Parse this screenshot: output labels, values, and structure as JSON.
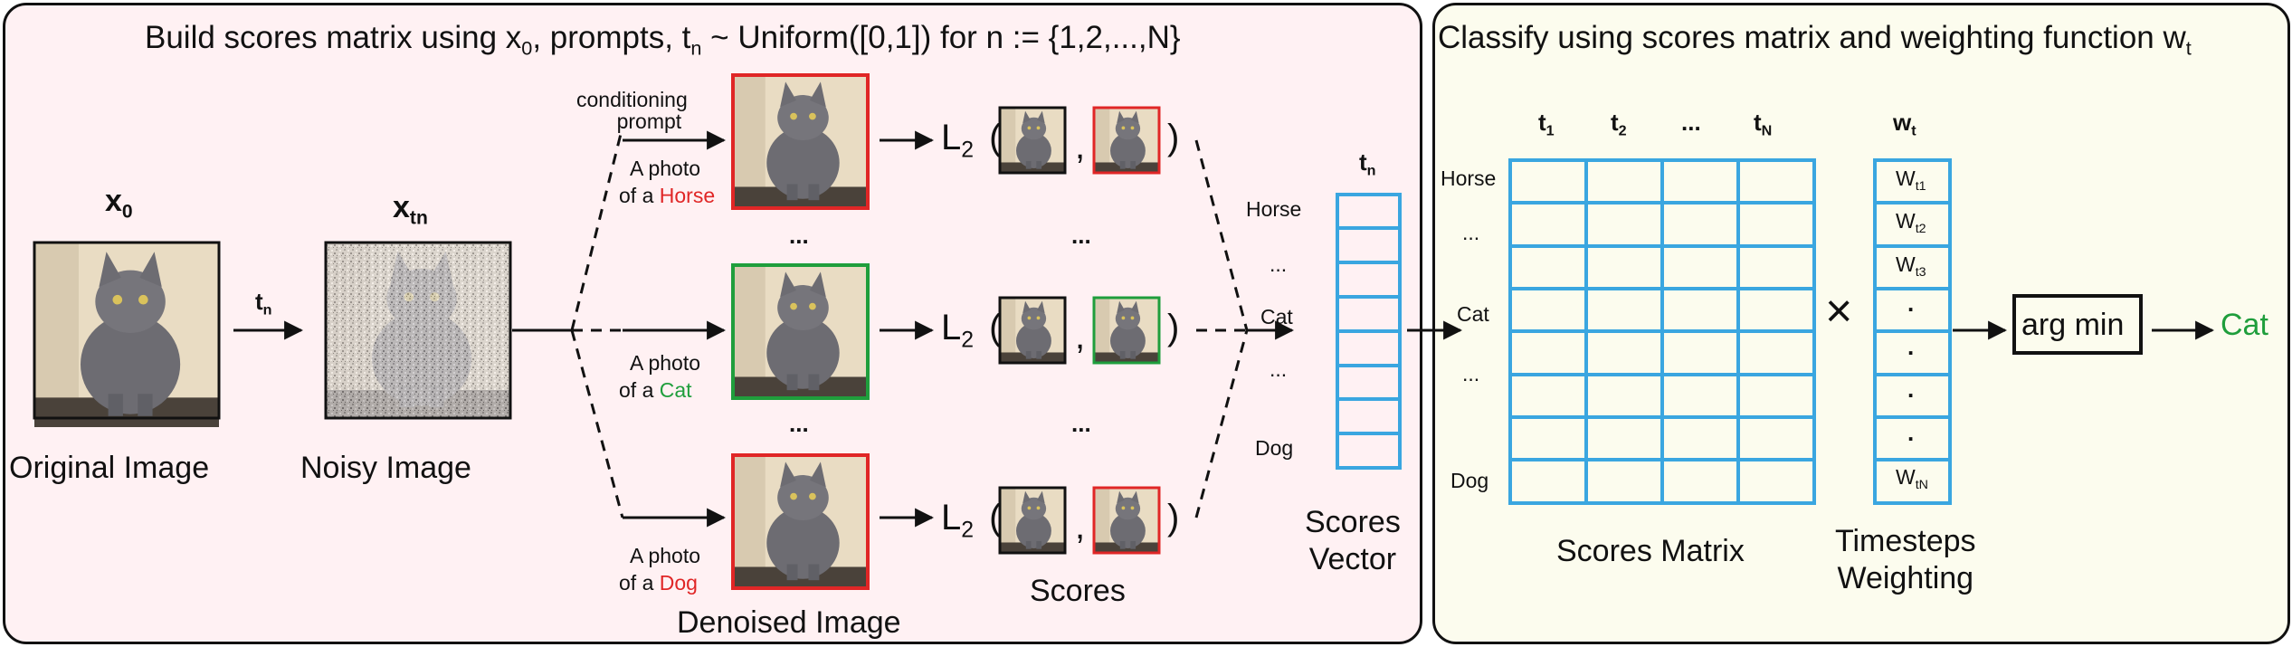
{
  "left_panel": {
    "title_prefix": "Build scores matrix using x",
    "title_sub0": "0",
    "title_mid1": ", prompts, t",
    "title_sub_n": "n",
    "title_rest": " ~ Uniform([0,1]) for n := {1,2,...,N}",
    "x0_label": "x",
    "x0_sub": "0",
    "xtn_label": "x",
    "xtn_sub": "tn",
    "tn_arrow_label": "t",
    "tn_arrow_sub": "n",
    "original_caption": "Original Image",
    "noisy_caption": "Noisy Image",
    "conditioning_prompt_line1": "conditioning",
    "conditioning_prompt_line2": "prompt",
    "prompt_prefix_line1": "A photo",
    "prompt_prefix_line2": "of a",
    "prompts": [
      {
        "class": "Horse",
        "color": "#e02626"
      },
      {
        "class": "Cat",
        "color": "#1f9e3c"
      },
      {
        "class": "Dog",
        "color": "#e02626"
      }
    ],
    "ellipsis": "...",
    "l2_label": "L",
    "l2_sub": "2",
    "paren_open": "(",
    "paren_close": ")",
    "comma": ",",
    "denoised_caption": "Denoised Image",
    "scores_caption": "Scores",
    "vector_classes": [
      "Horse",
      "...",
      "Cat",
      "...",
      "Dog"
    ],
    "vector_header": "t",
    "vector_header_sub": "n",
    "scores_vector_caption_line1": "Scores",
    "scores_vector_caption_line2": "Vector"
  },
  "right_panel": {
    "title_prefix": "Classify using scores matrix and weighting function w",
    "title_sub": "t",
    "matrix_col_headers": [
      {
        "main": "t",
        "sub": "1"
      },
      {
        "main": "t",
        "sub": "2"
      },
      {
        "main": "...",
        "sub": ""
      },
      {
        "main": "t",
        "sub": "N"
      }
    ],
    "matrix_row_labels": [
      "Horse",
      "...",
      "Cat",
      "...",
      "Dog"
    ],
    "weight_header": "w",
    "weight_header_sub": "t",
    "weights": [
      {
        "main": "W",
        "sub": "t1"
      },
      {
        "main": "W",
        "sub": "t2"
      },
      {
        "main": "W",
        "sub": "t3"
      },
      {
        "main": ".",
        "sub": ""
      },
      {
        "main": ".",
        "sub": ""
      },
      {
        "main": ".",
        "sub": ""
      },
      {
        "main": ".",
        "sub": ""
      },
      {
        "main": "W",
        "sub": "tN"
      }
    ],
    "times_symbol": "×",
    "argmin_label": "arg min",
    "result_label": "Cat",
    "scores_matrix_caption": "Scores Matrix",
    "weighting_caption_line1": "Timesteps",
    "weighting_caption_line2": "Weighting"
  },
  "colors": {
    "left_bg": "#fff1f3",
    "right_bg": "#fcfcee",
    "grid_blue": "#3aa6e0",
    "frame_red": "#e02626",
    "frame_green": "#1f9e3c",
    "frame_black": "#111111"
  }
}
